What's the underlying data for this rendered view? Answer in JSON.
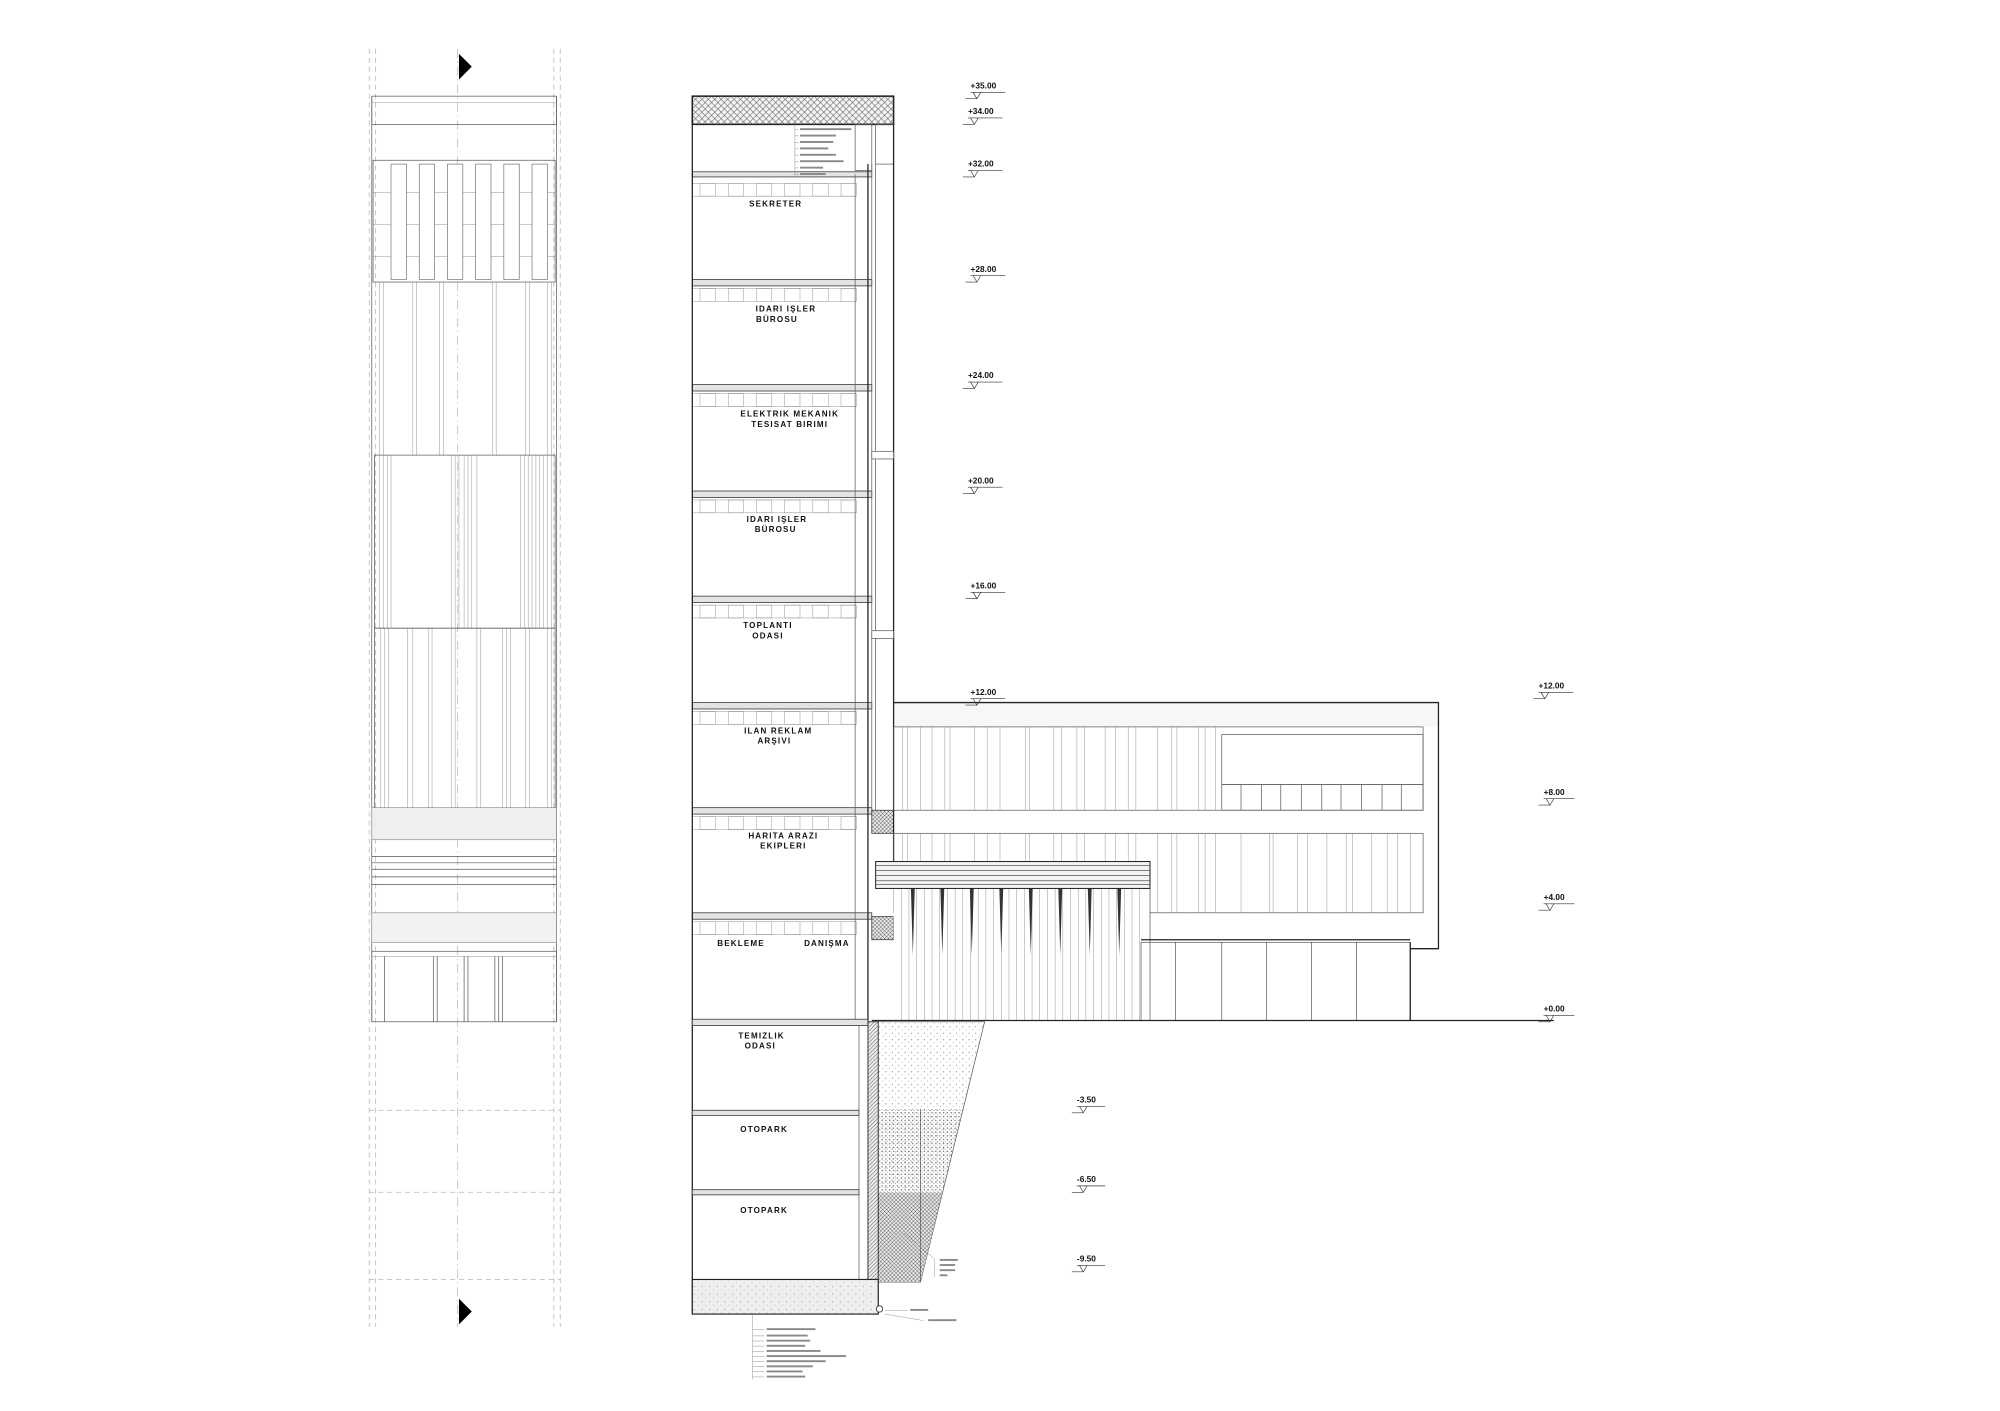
{
  "drawing": {
    "rooms": [
      {
        "lines": [
          "SEKRETER"
        ]
      },
      {
        "lines": [
          "IDARI IŞLER",
          "BÜROSU"
        ]
      },
      {
        "lines": [
          "ELEKTRIK MEKANIK",
          "TESISAT BIRIMI"
        ]
      },
      {
        "lines": [
          "IDARI IŞLER",
          "BÜROSU"
        ]
      },
      {
        "lines": [
          "TOPLANTI",
          "ODASI"
        ]
      },
      {
        "lines": [
          "ILAN REKLAM",
          "ARŞIVI"
        ]
      },
      {
        "lines": [
          "HARITA ARAZI",
          "EKIPLERI"
        ]
      },
      {
        "lines": [
          "BEKLEME"
        ]
      },
      {
        "lines": [
          "DANIŞMA"
        ]
      },
      {
        "lines": [
          "TEMIZLIK",
          "ODASI"
        ]
      },
      {
        "lines": [
          "OTOPARK"
        ]
      },
      {
        "lines": [
          "OTOPARK"
        ]
      }
    ],
    "levels": {
      "tower": [
        "+35.00",
        "+34.00",
        "+32.00",
        "+28.00",
        "+24.00",
        "+20.00",
        "+16.00",
        "+12.00"
      ],
      "podium": [
        "+12.00",
        "+8.00",
        "+4.00",
        "+0.00"
      ],
      "basement": [
        "-3.50",
        "-6.50",
        "-9.50"
      ]
    }
  },
  "colors": {
    "ink": "#222222",
    "slab_fill": "#e3e3e3"
  }
}
